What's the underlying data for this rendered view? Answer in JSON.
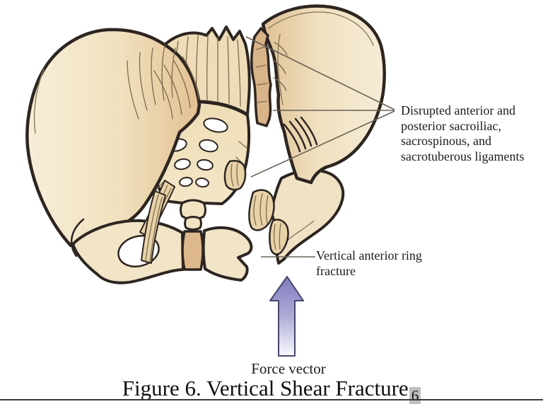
{
  "figure": {
    "annotations": {
      "ligaments": "Disrupted anterior and posterior sacroiliac, sacrospinous, and sacrotuberous ligaments",
      "ring_fracture": "Vertical anterior ring fracture",
      "force_vector": "Force vector"
    },
    "caption": {
      "text": "Figure 6. Vertical Shear Fracture",
      "citation_superscript": "6"
    },
    "colors": {
      "bone_light": "#f4e8cf",
      "bone_shade": "#e2c193",
      "fragment_tan": "#d9b488",
      "outline": "#2d2520",
      "arrow_top": "#7f7cc0",
      "arrow_bottom": "#f9f9fe",
      "leader_line": "#6a6257",
      "citation_highlight": "#bfbfbf",
      "bottom_rule": "#3a3a3a"
    },
    "icons": {
      "force_arrow": "up-arrow"
    }
  }
}
